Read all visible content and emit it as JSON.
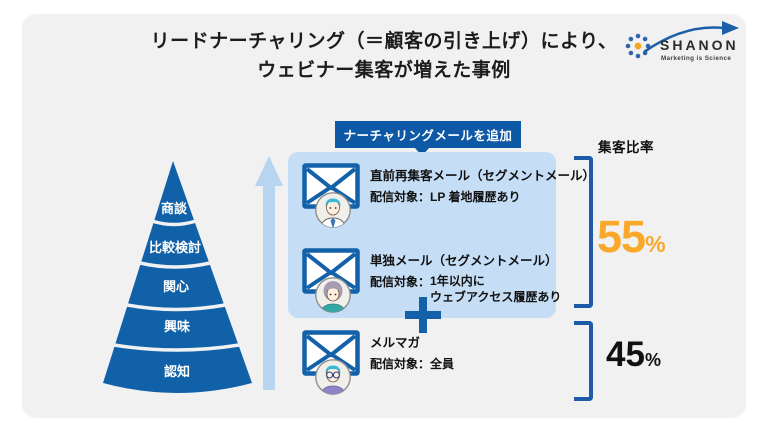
{
  "title": {
    "line1": "リードナーチャリング（＝顧客の引き上げ）により、",
    "line2": "ウェビナー集客が増えた事例"
  },
  "logo": {
    "brand": "SHANON",
    "tagline": "Marketing is Science"
  },
  "funnel": {
    "levels": [
      "商談",
      "比較検討",
      "関心",
      "興味",
      "認知"
    ]
  },
  "badge": {
    "label": "ナーチャリングメールを追加"
  },
  "emails": [
    {
      "title": "直前再集客メール（セグメントメール）",
      "target": "配信対象：LP 着地履歴あり"
    },
    {
      "title": "単独メール（セグメントメール）",
      "target_label": "配信対象：",
      "target_line1": "1年以内に",
      "target_line2": "ウェブアクセス履歴あり"
    },
    {
      "title": "メルマガ",
      "target": "配信対象：全員"
    }
  ],
  "ratio": {
    "header": "集客比率",
    "nurture_value": "55",
    "nurture_unit": "%",
    "base_value": "45",
    "base_unit": "%"
  },
  "colors": {
    "primary_blue": "#0E59A6",
    "funnel_blue": "#1161A8",
    "bracket_blue": "#1D5BA8",
    "light_blue_panel": "#C6DEF5",
    "pale_arrow_blue": "#B7D5F1",
    "accent_orange": "#F9A82A",
    "card_background": "#F1F1F2"
  }
}
